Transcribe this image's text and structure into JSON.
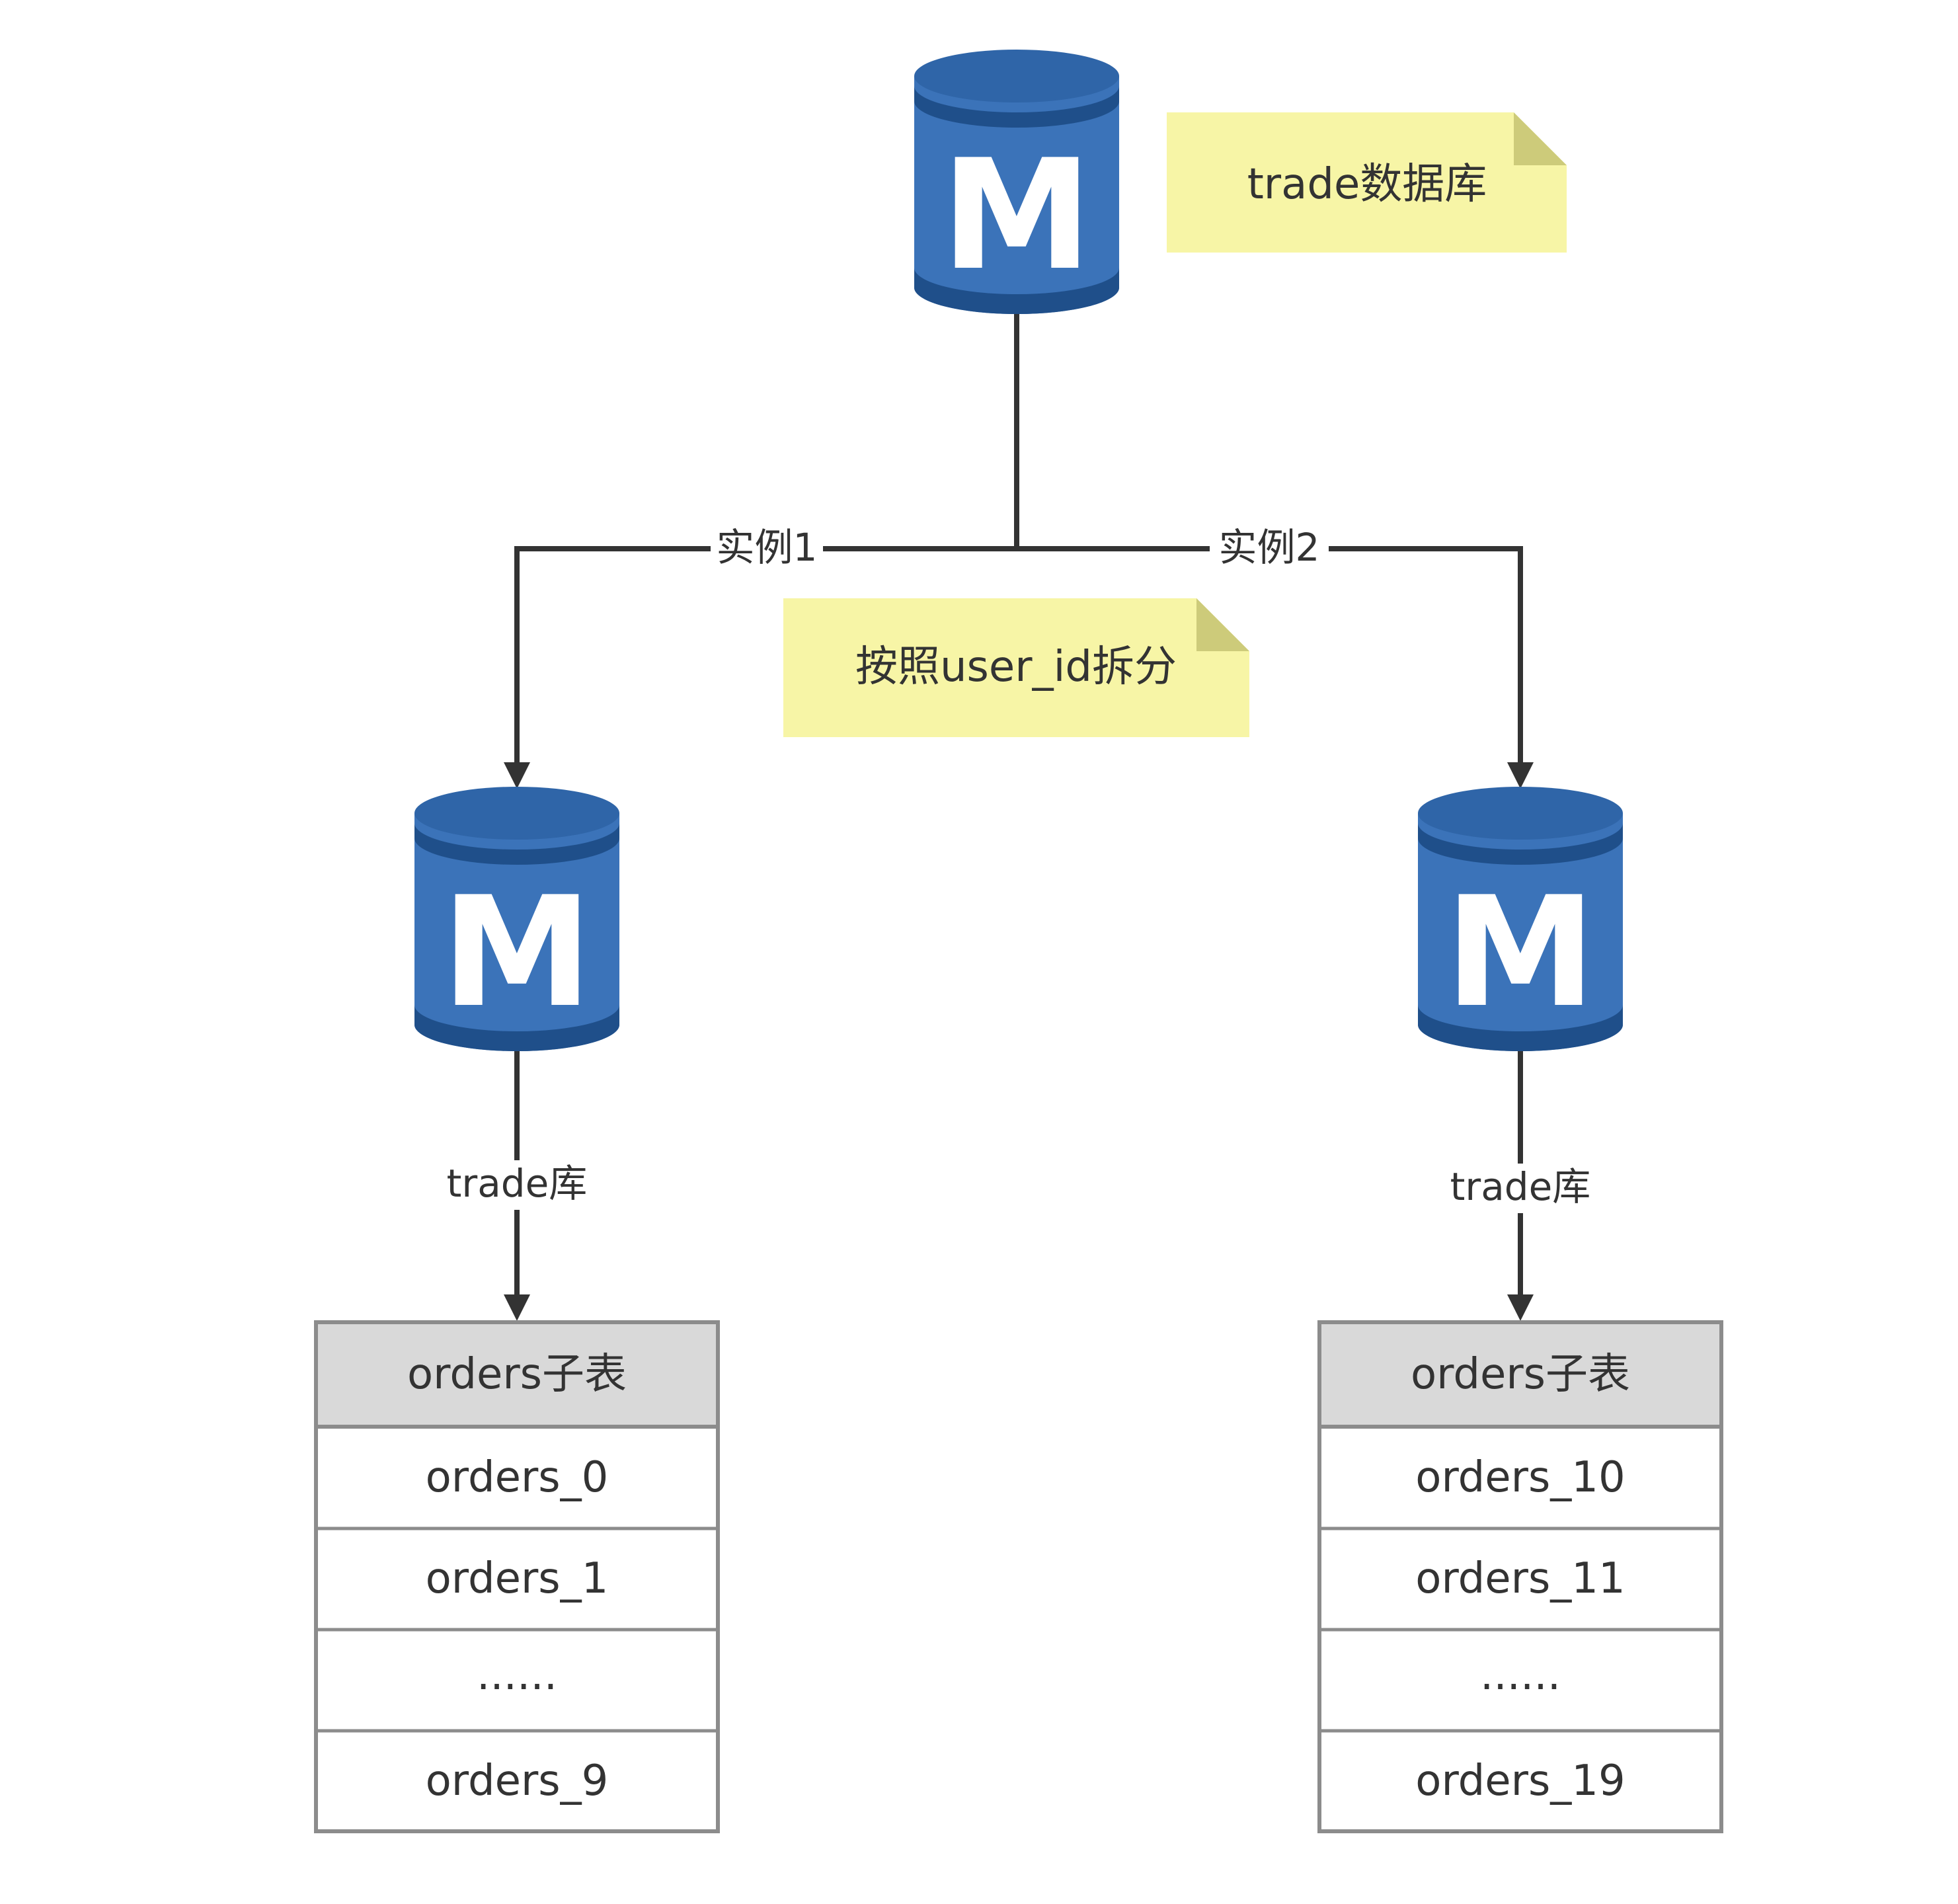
{
  "master_db": {
    "letter": "M"
  },
  "note_trade_db": {
    "text": "trade数据库"
  },
  "note_split": {
    "text": "按照user_id拆分"
  },
  "edge_instance1": {
    "label": "实例1"
  },
  "edge_instance2": {
    "label": "实例2"
  },
  "left_db": {
    "letter": "M"
  },
  "right_db": {
    "letter": "M"
  },
  "left_edge": {
    "label": "trade库"
  },
  "right_edge": {
    "label": "trade库"
  },
  "left_table": {
    "header": "orders子表",
    "rows": [
      "orders_0",
      "orders_1",
      "......",
      "orders_9"
    ]
  },
  "right_table": {
    "header": "orders子表",
    "rows": [
      "orders_10",
      "orders_11",
      "......",
      "orders_19"
    ]
  },
  "colors": {
    "db_blue": "#3b73b9",
    "db_dark": "#1f4f8a",
    "note_yellow": "#f7f5a6",
    "note_fold": "#cdcb7a",
    "table_header": "#d9d9d9",
    "table_border": "#8c8c8c",
    "line": "#333333"
  }
}
